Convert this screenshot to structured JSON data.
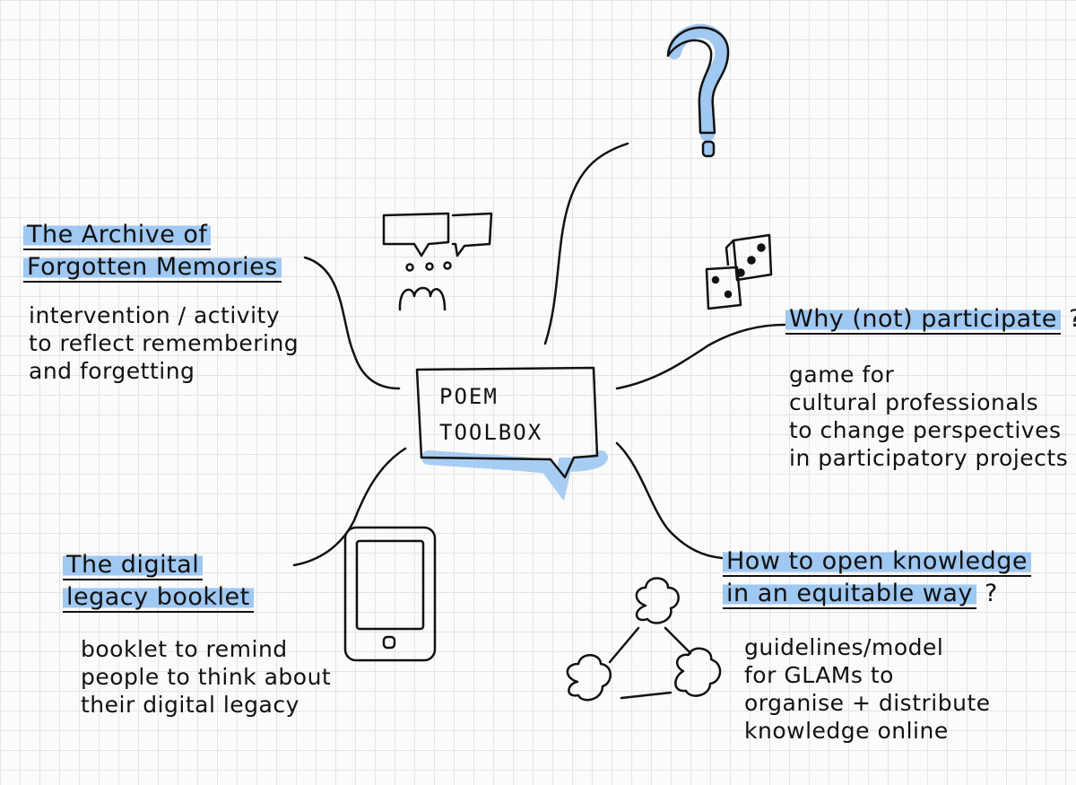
{
  "center": {
    "line1": "POEM",
    "line2": "TOOLBOX"
  },
  "nodes": [
    {
      "title_lines": [
        "The Archive of",
        "Forgotten Memories"
      ],
      "desc_lines": [
        "intervention / activity",
        "to reflect remembering",
        "and forgetting"
      ]
    },
    {
      "title_lines": [
        "Why (not) participate"
      ],
      "title_suffix": "?",
      "desc_lines": [
        "game for",
        "cultural professionals",
        "to change perspectives",
        "in participatory projects"
      ]
    },
    {
      "title_lines": [
        "The digital",
        "legacy booklet"
      ],
      "desc_lines": [
        "booklet to remind",
        "people to think about",
        "their digital legacy"
      ]
    },
    {
      "title_lines": [
        "How to open knowledge",
        "in an equitable way"
      ],
      "title_suffix": "?",
      "desc_lines": [
        "guidelines/model",
        "for GLAMs to",
        "organise + distribute",
        "knowledge online"
      ]
    }
  ],
  "colors": {
    "highlight": "#9fc8f2",
    "ink": "#111111",
    "grid": "#e4e4e4"
  },
  "icons": [
    "question-mark-icon",
    "speech-bubbles-people-icon",
    "dice-icon",
    "tablet-icon",
    "connected-clouds-icon"
  ]
}
